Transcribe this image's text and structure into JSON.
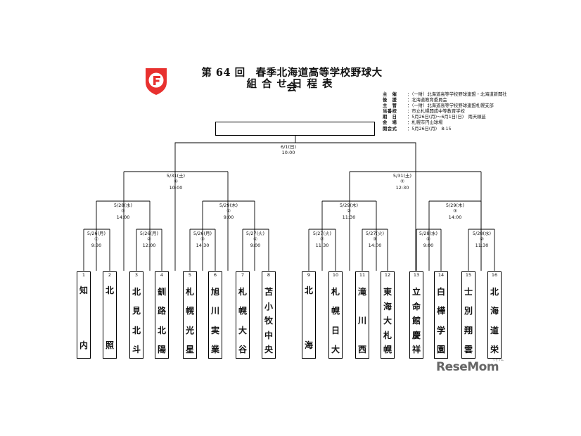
{
  "document": {
    "title": "第 64 回　春季北海道高等学校野球大会",
    "subtitle": "組合せ日程表"
  },
  "info": [
    {
      "key": "主　催",
      "value": "：（一財）北海道高等学校野球連盟・北海道新聞社"
    },
    {
      "key": "後　援",
      "value": "：北海道教育委員会"
    },
    {
      "key": "主　管",
      "value": "：（一財）北海道高等学校野球連盟札幌支部"
    },
    {
      "key": "当番校",
      "value": "：市立札幌開成中等教育学校"
    },
    {
      "key": "期　日",
      "value": "：5月26日(月)～6月1日(日)　雨天順延"
    },
    {
      "key": "会　場",
      "value": "：札幌市円山球場"
    },
    {
      "key": "開会式",
      "value": "：5月26日(月)　8:15"
    }
  ],
  "final": {
    "date": "6/1(日)",
    "time": "10:00"
  },
  "semifinals": [
    {
      "date": "5/31(土)",
      "game": "①",
      "time": "10:00"
    },
    {
      "date": "5/31(土)",
      "game": "②",
      "time": "12:30"
    }
  ],
  "quarterfinals": [
    {
      "date": "5/28(水)",
      "game": "③",
      "time": "14:00"
    },
    {
      "date": "5/29(木)",
      "game": "①",
      "time": "9:00"
    },
    {
      "date": "5/29(木)",
      "game": "②",
      "time": "11:30"
    },
    {
      "date": "5/29(木)",
      "game": "③",
      "time": "14:00"
    }
  ],
  "first_round": [
    {
      "date": "5/26(月)",
      "game": "①",
      "time": "9:30"
    },
    {
      "date": "5/26(月)",
      "game": "②",
      "time": "12:00"
    },
    {
      "date": "5/26(月)",
      "game": "③",
      "time": "14:30"
    },
    {
      "date": "5/27(火)",
      "game": "①",
      "time": "9:00"
    },
    {
      "date": "5/27(火)",
      "game": "②",
      "time": "11:30"
    },
    {
      "date": "5/27(火)",
      "game": "③",
      "time": "14:00"
    },
    {
      "date": "5/28(水)",
      "game": "①",
      "time": "9:00"
    },
    {
      "date": "5/28(水)",
      "game": "②",
      "time": "11:30"
    }
  ],
  "teams": [
    {
      "num": "1",
      "chars": [
        "知",
        "内"
      ]
    },
    {
      "num": "2",
      "chars": [
        "北",
        "照"
      ]
    },
    {
      "num": "3",
      "chars": [
        "北",
        "見",
        "北",
        "斗"
      ]
    },
    {
      "num": "4",
      "chars": [
        "釧",
        "路",
        "北",
        "陽"
      ]
    },
    {
      "num": "5",
      "chars": [
        "札",
        "幌",
        "光",
        "星"
      ]
    },
    {
      "num": "6",
      "chars": [
        "旭",
        "川",
        "実",
        "業"
      ]
    },
    {
      "num": "7",
      "chars": [
        "札",
        "幌",
        "大",
        "谷"
      ]
    },
    {
      "num": "8",
      "chars": [
        "苫",
        "小",
        "牧",
        "中",
        "央"
      ]
    },
    {
      "num": "9",
      "chars": [
        "北",
        "海"
      ]
    },
    {
      "num": "10",
      "chars": [
        "札",
        "幌",
        "日",
        "大"
      ]
    },
    {
      "num": "11",
      "chars": [
        "滝",
        "川",
        "西"
      ]
    },
    {
      "num": "12",
      "chars": [
        "東",
        "海",
        "大",
        "札",
        "幌"
      ]
    },
    {
      "num": "13",
      "chars": [
        "立",
        "命",
        "館",
        "慶",
        "祥"
      ]
    },
    {
      "num": "14",
      "chars": [
        "白",
        "樺",
        "学",
        "園"
      ]
    },
    {
      "num": "15",
      "chars": [
        "士",
        "別",
        "翔",
        "雲"
      ]
    },
    {
      "num": "16",
      "chars": [
        "北",
        "海",
        "道",
        "栄"
      ]
    }
  ],
  "watermark": {
    "text": "ReseMom",
    "sub": "リセマム"
  },
  "colors": {
    "logo_red": "#e8312f",
    "line": "#000000",
    "watermark": "#666666"
  }
}
